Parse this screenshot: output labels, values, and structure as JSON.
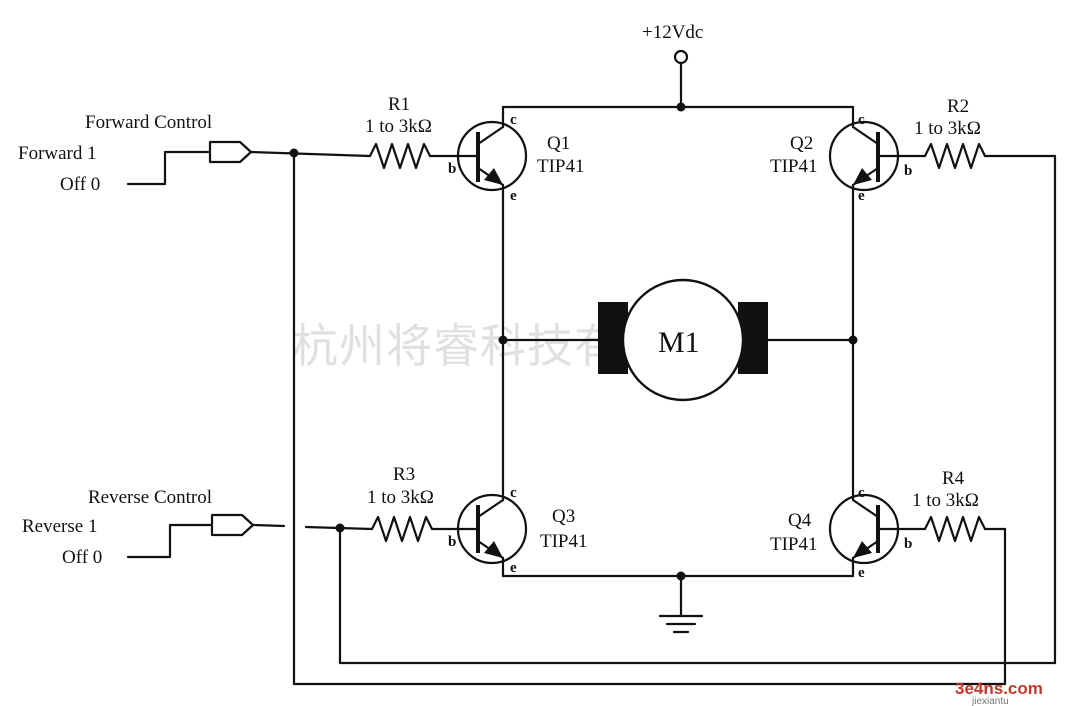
{
  "supply": {
    "label": "+12Vdc"
  },
  "inputs": {
    "forward": {
      "title": "Forward Control",
      "high": "Forward 1",
      "low": "Off 0"
    },
    "reverse": {
      "title": "Reverse Control",
      "high": "Reverse 1",
      "low": "Off 0"
    }
  },
  "resistors": [
    {
      "name": "R1",
      "value": "1 to 3kΩ"
    },
    {
      "name": "R2",
      "value": "1 to 3kΩ"
    },
    {
      "name": "R3",
      "value": "1 to 3kΩ"
    },
    {
      "name": "R4",
      "value": "1 to 3kΩ"
    }
  ],
  "transistors": [
    {
      "name": "Q1",
      "part": "TIP41"
    },
    {
      "name": "Q2",
      "part": "TIP41"
    },
    {
      "name": "Q3",
      "part": "TIP41"
    },
    {
      "name": "Q4",
      "part": "TIP41"
    }
  ],
  "pins": {
    "collector": "c",
    "base": "b",
    "emitter": "e"
  },
  "motor": {
    "label": "M1"
  },
  "watermark": {
    "text": "杭州将睿科技有限公司"
  },
  "logo": {
    "main": "3e4ns.com",
    "sub": "jiexiantu"
  }
}
